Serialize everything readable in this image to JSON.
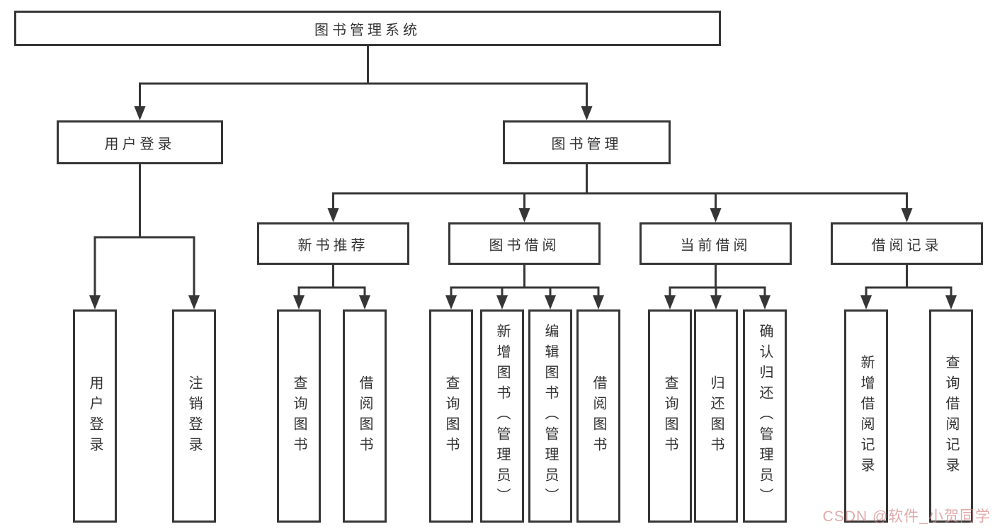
{
  "diagram_title": "图书管理系统",
  "tree": {
    "root": {
      "label": "图书管理系统"
    },
    "children": [
      {
        "label": "用户登录",
        "children": [
          {
            "label": "用户登录"
          },
          {
            "label": "注销登录"
          }
        ]
      },
      {
        "label": "图书管理",
        "children": [
          {
            "label": "新书推荐",
            "children": [
              {
                "label": "查询图书"
              },
              {
                "label": "借阅图书"
              }
            ]
          },
          {
            "label": "图书借阅",
            "children": [
              {
                "label": "查询图书"
              },
              {
                "label": "新增图书（管理员）"
              },
              {
                "label": "编辑图书（管理员）"
              },
              {
                "label": "借阅图书"
              }
            ]
          },
          {
            "label": "当前借阅",
            "children": [
              {
                "label": "查询图书"
              },
              {
                "label": "归还图书"
              },
              {
                "label": "确认归还（管理员）"
              }
            ]
          },
          {
            "label": "借阅记录",
            "children": [
              {
                "label": "新增借阅记录"
              },
              {
                "label": "查询借阅记录"
              }
            ]
          }
        ]
      }
    ]
  },
  "watermark": {
    "text": "CSDN @软件_小贺同学",
    "color": "#d28282"
  },
  "colors": {
    "line": "#363636",
    "border": "#363636",
    "text": "#333333",
    "background": "#ffffff"
  }
}
